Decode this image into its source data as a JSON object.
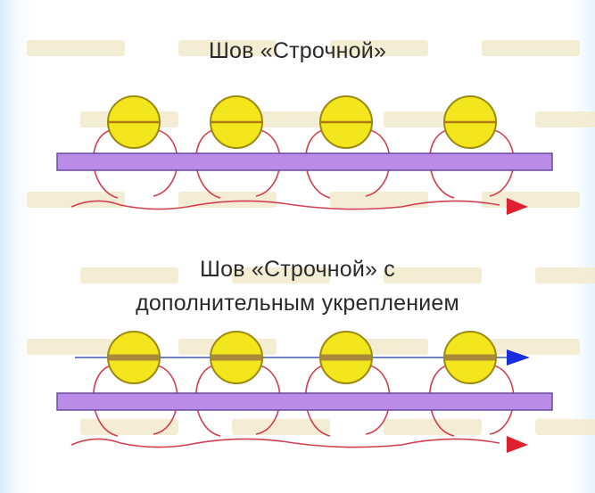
{
  "diagrams": [
    {
      "title_lines": [
        "Шов «Строчной»"
      ],
      "has_extra_thread": false
    },
    {
      "title_lines": [
        "Шов «Строчной» с",
        "дополнительным укреплением"
      ],
      "has_extra_thread": true
    }
  ],
  "colors": {
    "bead_fill": "#f3e61c",
    "bead_stroke": "#9c8a10",
    "bead_line": "#b07a10",
    "bar_fill": "#b98ce8",
    "bar_stroke": "#6d4a9a",
    "thread": "#d04050",
    "arrow_red": "#e0202e",
    "thread_blue": "#7080c0",
    "arrow_blue": "#1a2ee0",
    "ghost_text": "#f3ecd0"
  },
  "icons": [
    "red-arrow-icon",
    "blue-arrow-icon"
  ]
}
